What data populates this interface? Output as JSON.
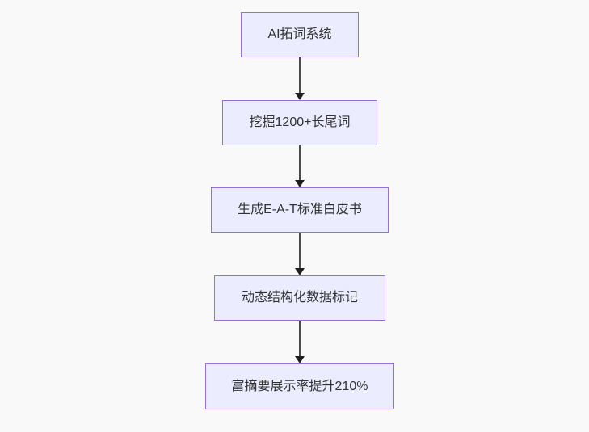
{
  "theme": {
    "canvas_bg": "#f9f9f9",
    "node_fill": "#ececff",
    "node_border": "#9370db",
    "node_text": "#333333",
    "arrow_color": "#4a4a4a",
    "arrowhead_color": "#1f1f1f"
  },
  "flowchart": {
    "direction": "top-down",
    "nodes": [
      {
        "label": "AI拓词系统"
      },
      {
        "label": "挖掘1200+长尾词"
      },
      {
        "label": "生成E-A-T标准白皮书"
      },
      {
        "label": "动态结构化数据标记"
      },
      {
        "label": "富摘要展示率提升210%"
      }
    ],
    "edges": [
      {
        "from": 0,
        "to": 1
      },
      {
        "from": 1,
        "to": 2
      },
      {
        "from": 2,
        "to": 3
      },
      {
        "from": 3,
        "to": 4
      }
    ]
  }
}
